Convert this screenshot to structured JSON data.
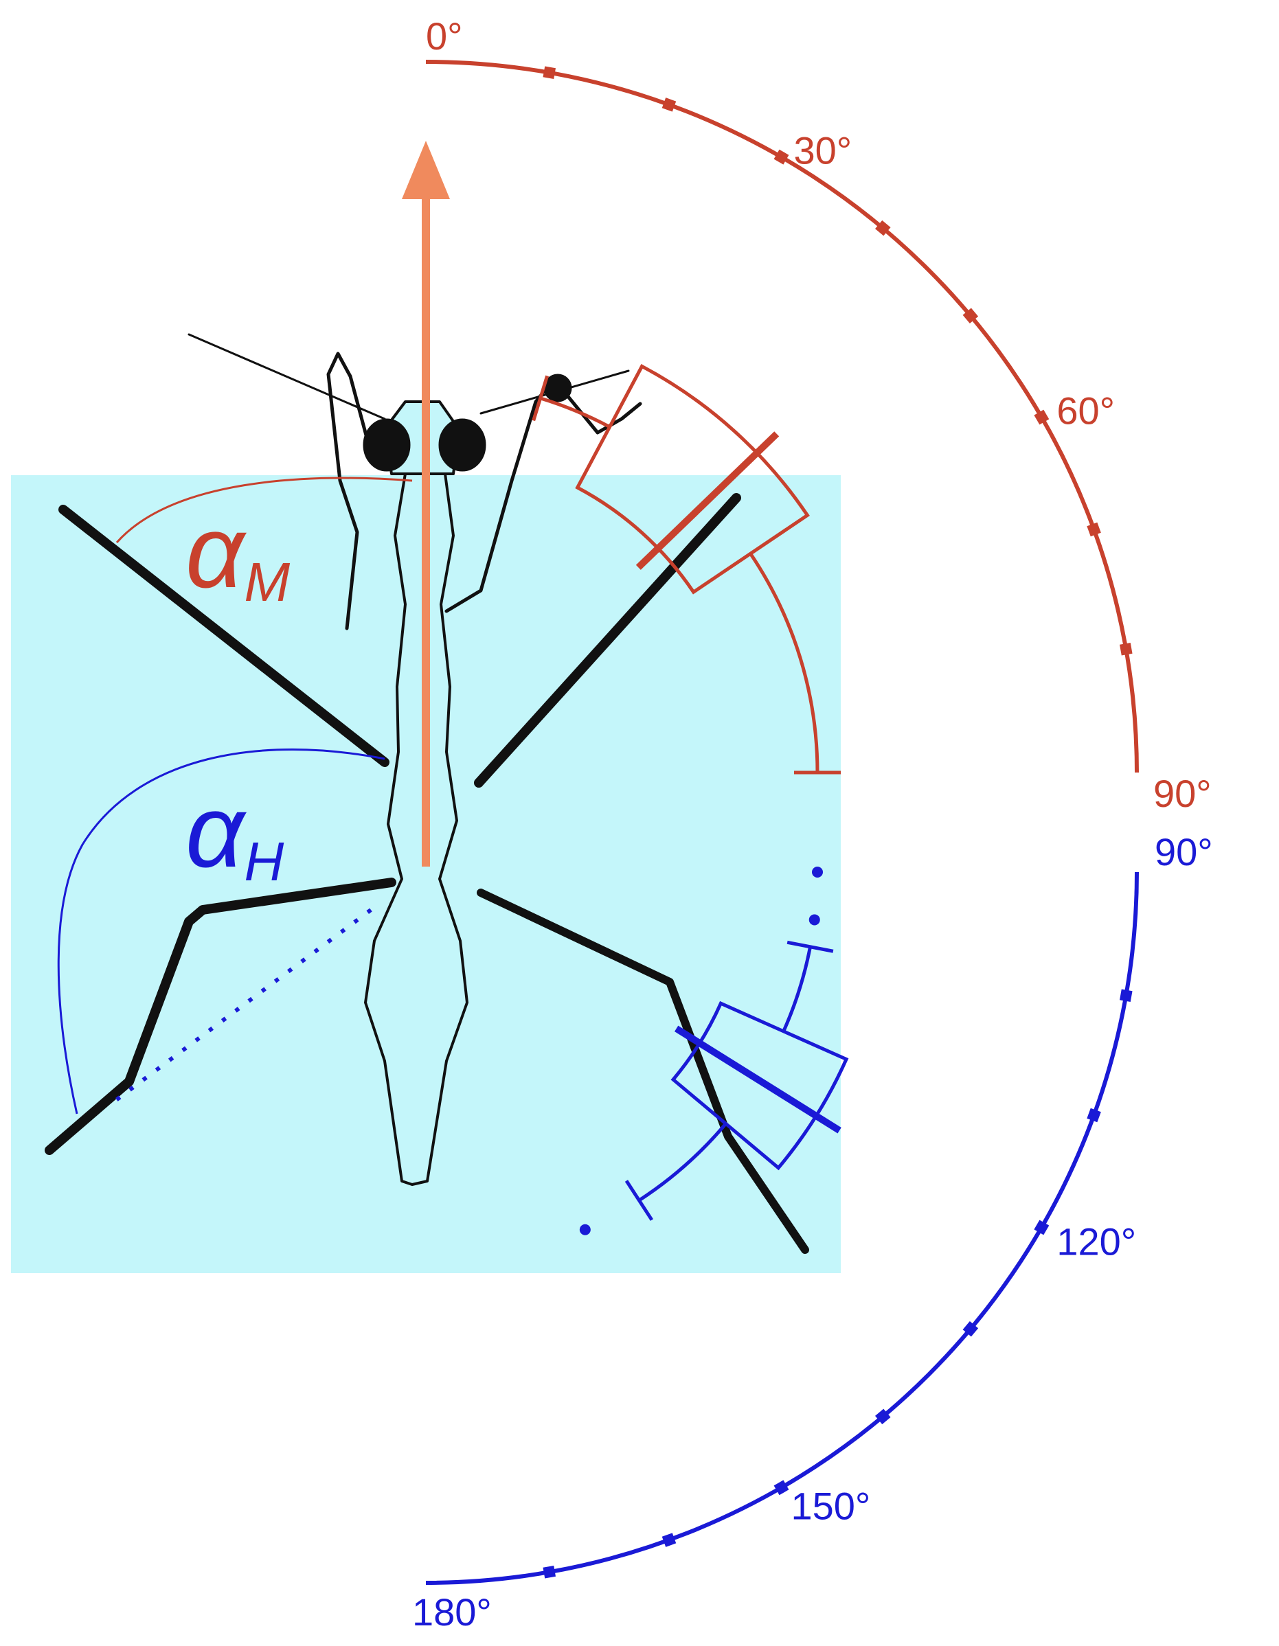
{
  "colors": {
    "middle_leg": "#c8412d",
    "hind_leg": "#1a1ad6",
    "body_axis_arrow": "#f08a5d",
    "background_panel": "#c4f6fa",
    "ink": "#111111"
  },
  "labels": {
    "alpha_m": {
      "symbol": "α",
      "subscript": "M"
    },
    "alpha_h": {
      "symbol": "α",
      "subscript": "H"
    }
  },
  "scales": {
    "middle": {
      "ticks": [
        "0°",
        "30°",
        "60°",
        "90°"
      ],
      "range_deg": [
        0,
        90
      ]
    },
    "hind": {
      "ticks": [
        "90°",
        "120°",
        "150°",
        "180°"
      ],
      "range_deg": [
        90,
        180
      ]
    }
  },
  "chart_data": {
    "type": "box",
    "series": [
      {
        "name": "α_M",
        "scale": "middle",
        "whisker_low": 17,
        "q1": 28,
        "median": 46,
        "q3": 56,
        "whisker_high": 90,
        "outliers": []
      },
      {
        "name": "α_H",
        "scale": "hind",
        "whisker_low": 101,
        "q1": 114,
        "median": 122,
        "q3": 130,
        "whisker_high": 147,
        "outliers": [
          90,
          97,
          156
        ]
      }
    ]
  }
}
